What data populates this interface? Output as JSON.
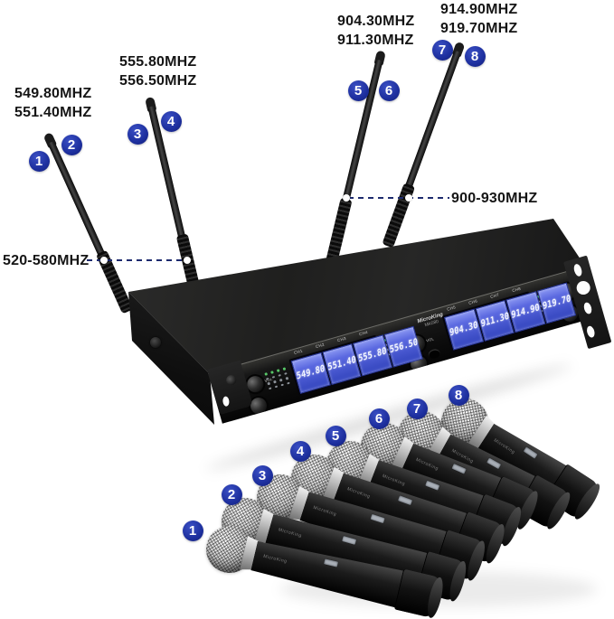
{
  "brand": {
    "name": "MicroKing",
    "model": "MK080"
  },
  "annotations": {
    "frequency_labels": [
      {
        "lines": [
          "549.80MHZ",
          "551.40MHZ"
        ]
      },
      {
        "lines": [
          "555.80MHZ",
          "556.50MHZ"
        ]
      },
      {
        "lines": [
          "904.30MHZ",
          "911.30MHZ"
        ]
      },
      {
        "lines": [
          "914.90MHZ",
          "919.70MHZ"
        ]
      }
    ],
    "band_labels": {
      "left": "520-580MHZ",
      "right": "900-930MHZ"
    },
    "badges": [
      "1",
      "2",
      "3",
      "4",
      "5",
      "6",
      "7",
      "8"
    ]
  },
  "receiver": {
    "channels": [
      "CH1",
      "CH2",
      "CH3",
      "CH4",
      "CH5",
      "CH6",
      "CH7",
      "CH8"
    ],
    "display_left_values": [
      "549.80",
      "551.40",
      "555.80",
      "556.50"
    ],
    "display_right_values": [
      "904.30",
      "911.30",
      "914.90",
      "919.70"
    ],
    "knob_label": "VOL"
  },
  "colors": {
    "badge_blue": "#1d2f9e",
    "display_blue": "#4e60d8",
    "leader_line": "#1d2a6e",
    "label_text": "#151515"
  }
}
